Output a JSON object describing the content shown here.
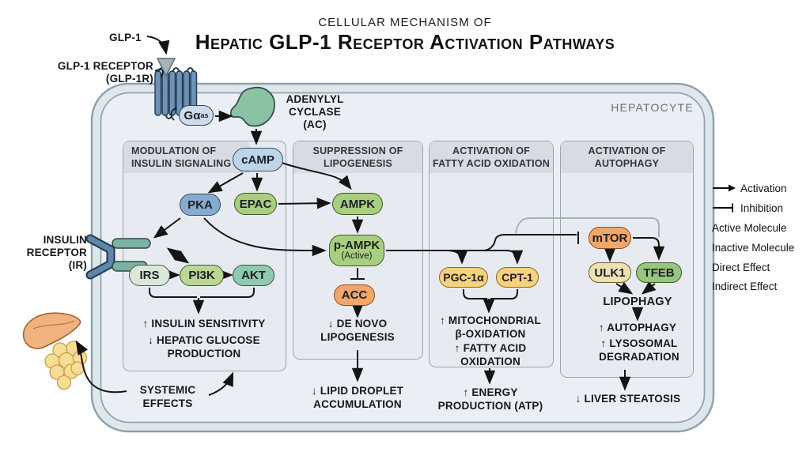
{
  "title": {
    "kicker": "CELLULAR MECHANISM OF",
    "main": "Hepatic GLP-1 Receptor Activation Pathways"
  },
  "cell": {
    "label": "HEPATOCYTE"
  },
  "upstream": {
    "glp1": "GLP-1",
    "glp1r": "GLP-1 RECEPTOR\n(GLP-1R)",
    "g_alpha": "Gα",
    "g_alpha_sub": "as",
    "ac": "ADENYLYL\nCYCLASE\n(AC)",
    "camp": "cAMP",
    "insulin_receptor": "INSULIN\nRECEPTOR\n(IR)"
  },
  "panels": [
    {
      "title": "MODULATION OF\nINSULIN SIGNALING",
      "nodes": {
        "pka": "PKA",
        "epac": "EPAC",
        "irs": "IRS",
        "pi3k": "PI3K",
        "akt": "AKT"
      },
      "outcome1": "↑ INSULIN SENSITIVITY",
      "outcome2": "↓ HEPATIC GLUCOSE\nPRODUCTION"
    },
    {
      "title": "SUPPRESSION OF\nLIPOGENESIS",
      "nodes": {
        "ampk": "AMPK",
        "pampk": "p-AMPK",
        "pampk_sub": "(Active)",
        "acc": "ACC"
      },
      "outcome1": "↓ DE NOVO\nLIPOGENESIS",
      "outside_outcome": "↓ LIPID DROPLET\nACCUMULATION"
    },
    {
      "title": "ACTIVATION OF\nFATTY ACID OXIDATION",
      "nodes": {
        "pgc1a": "PGC-1α",
        "cpt1": "CPT-1"
      },
      "outcome1": "↑ MITOCHONDRIAL\nβ-OXIDATION",
      "outcome2": "↑ FATTY ACID\nOXIDATION",
      "outside_outcome": "↑ ENERGY\nPRODUCTION (ATP)"
    },
    {
      "title": "ACTIVATION OF\nAUTOPHAGY",
      "nodes": {
        "mtor": "mTOR",
        "ulk1": "ULK1",
        "tfeb": "TFEB"
      },
      "mid_label": "LIPOPHAGY",
      "outcome1": "↑ AUTOPHAGY",
      "outcome2": "↑ LYSOSOMAL\nDEGRADATION",
      "outside_outcome": "↓ LIVER STEATOSIS"
    }
  ],
  "systemic": "SYSTEMIC\nEFFECTS",
  "legend": {
    "items": [
      {
        "icon": "activation-arrow",
        "label": "Activation"
      },
      {
        "icon": "inhibition-bar",
        "label": "Inhibition"
      },
      {
        "icon": "",
        "label": "Active Molecule"
      },
      {
        "icon": "",
        "label": "Inactive Molecule"
      },
      {
        "icon": "",
        "label": "Direct Effect"
      },
      {
        "icon": "",
        "label": "Indirect Effect"
      }
    ]
  },
  "colors": {
    "node_blue": "#86abce",
    "node_lightblue": "#bcd6e8",
    "node_green": "#a8ce7f",
    "node_pale_green": "#d9e7d9",
    "node_teal": "#8fc9ae",
    "node_orange": "#f2a76a",
    "node_yellow": "#f6d27b",
    "node_cream": "#eee0b4",
    "node_tfeb_green": "#97c67e",
    "membrane_band": "#dfe7ec",
    "cell_fill": "#ebeff5",
    "panel_fill": "#e7ebf1",
    "panel_header": "#d8dce2",
    "ac_green": "#8cc2a4",
    "receptor_blue": "#5d87ab",
    "ir_teal": "#7ab3a3",
    "pancreas": "#f0b27e",
    "islet": "#f8dd96",
    "arrow": "#141414",
    "bypass_gray": "#9fb3bf"
  }
}
